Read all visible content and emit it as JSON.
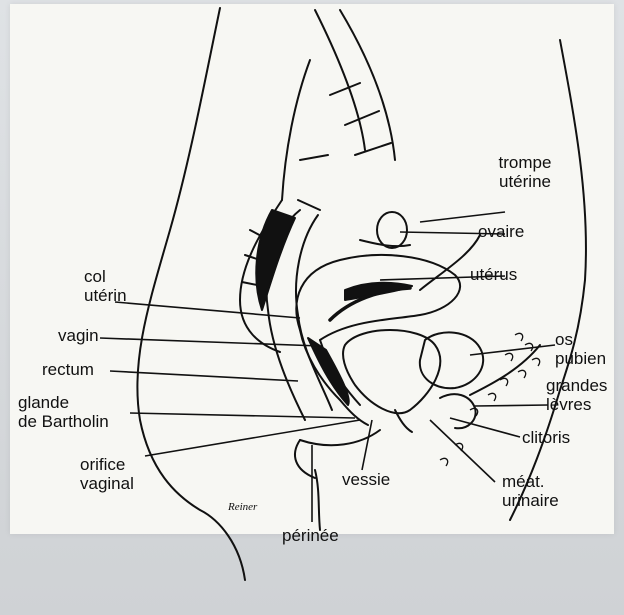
{
  "diagram": {
    "labels": {
      "trompe": [
        "trompe",
        "utérine"
      ],
      "ovaire": "ovaire",
      "uterus": "utérus",
      "col": [
        "col",
        "utérin"
      ],
      "vagin": "vagin",
      "rectum": "rectum",
      "glande": [
        "glande",
        "de Bartholin"
      ],
      "orifice": [
        "orifice",
        "vaginal"
      ],
      "vessie": "vessie",
      "perinee": "périnée",
      "os_pubien": [
        "os",
        "pubien"
      ],
      "grandes_levres": [
        "grandes",
        "lèvres"
      ],
      "clitoris": "clitoris",
      "meat": [
        "méat.",
        "urinaire"
      ]
    },
    "signature": "Reiner"
  },
  "colors": {
    "ink": "#111111",
    "paper": "#f7f7f3",
    "background": "#d9dcdf"
  }
}
